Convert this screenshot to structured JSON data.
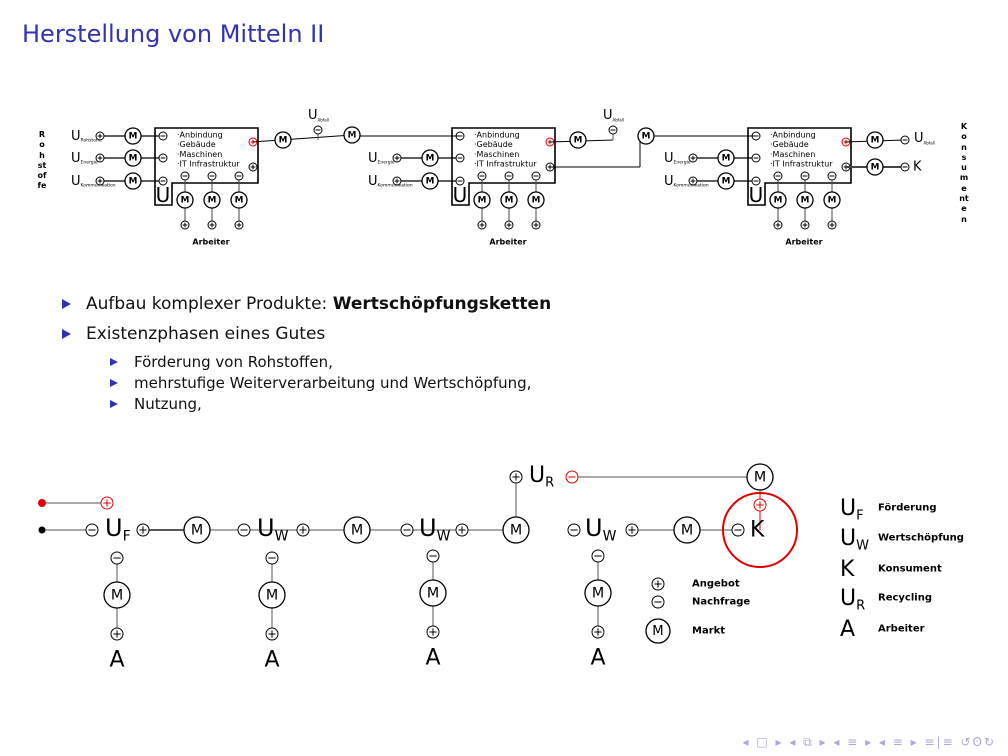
{
  "title": "Herstellung von Mitteln II",
  "bullets": [
    {
      "text": "Aufbau komplexer Produkte: ",
      "bold": "Wertschöpfungsketten"
    },
    {
      "text": "Existenzphasen eines Gutes",
      "sub": [
        "Förderung von Rohstoffen,",
        "mehrstufige Weiterverarbeitung und Wertschöpfung,",
        "Nutzung,"
      ]
    }
  ],
  "top_diagram": {
    "left_side": "Rohstoffe",
    "right_side": "Konsumenten",
    "block_items": [
      "·Anbindung",
      "·Gebäude",
      "·Maschinen",
      "·IT Infrastruktur"
    ],
    "u": "U",
    "m": "M",
    "sub_rohstoffe": "Rohstoffe",
    "sub_energie": "Energie",
    "sub_kommunikation": "Kommunikation",
    "sub_abfall": "Abfall",
    "workers": "Arbeiter",
    "k": "K"
  },
  "bottom_diagram": {
    "u": "U",
    "m": "M",
    "a": "A",
    "k": "K",
    "sub_f": "F",
    "sub_w": "W",
    "sub_r": "R",
    "legend_left": [
      "Angebot",
      "Nachfrage",
      "Markt"
    ],
    "legend_right": [
      {
        "sym": "U",
        "sub": "F",
        "label": "Förderung"
      },
      {
        "sym": "U",
        "sub": "W",
        "label": "Wertschöpfung"
      },
      {
        "sym": "K",
        "sub": "",
        "label": "Konsument"
      },
      {
        "sym": "U",
        "sub": "R",
        "label": "Recycling"
      },
      {
        "sym": "A",
        "sub": "",
        "label": "Arbeiter"
      }
    ]
  },
  "nav_symbols": "◂ □ ▸  ◂ ⧉ ▸  ◂ ≡ ▸  ◂ ≡ ▸  ≡|≡  ↺ʘ↻",
  "colors": {
    "accent": "#3333b2",
    "red": "#e00000"
  }
}
